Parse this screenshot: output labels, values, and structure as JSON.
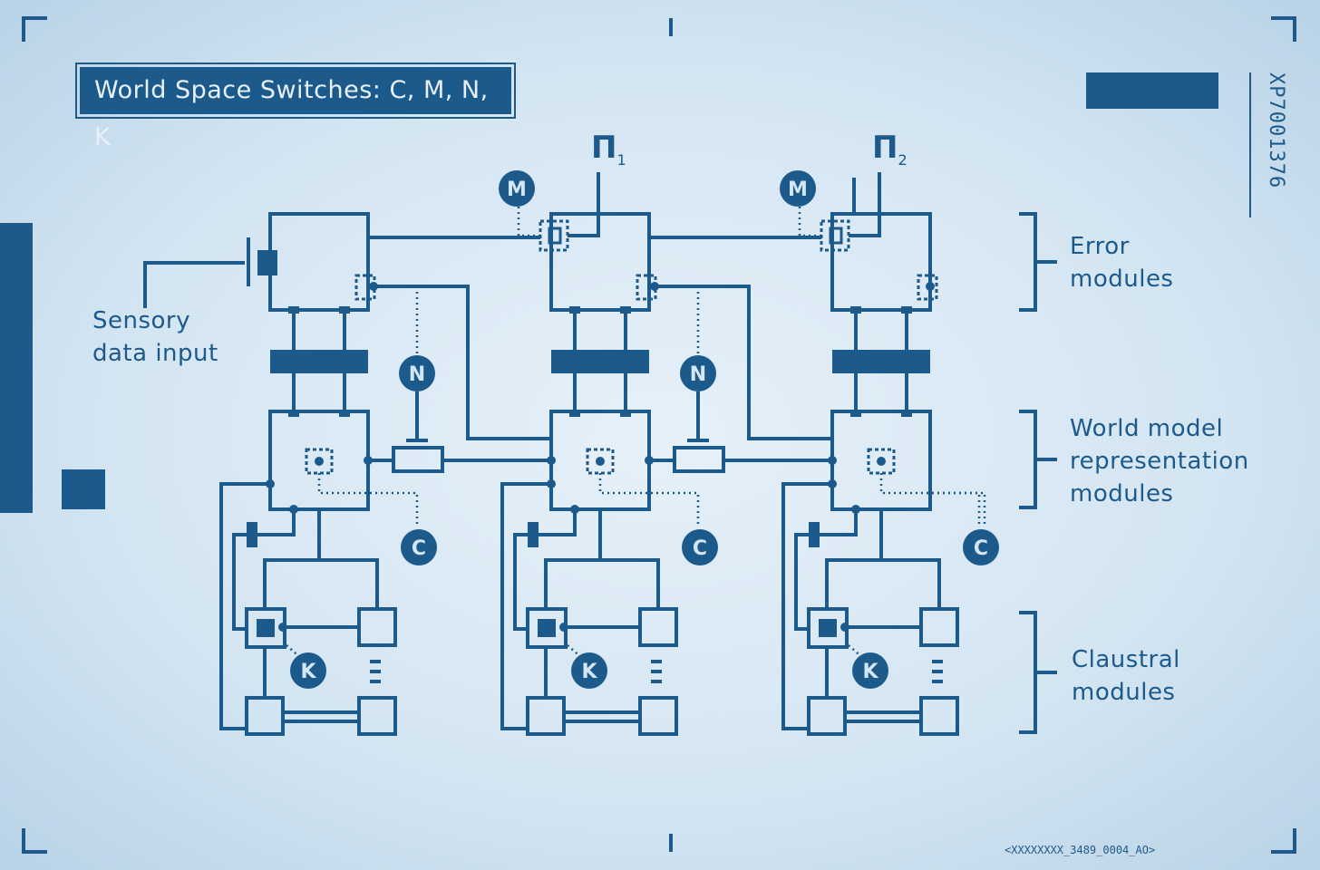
{
  "diagram": {
    "title": "World Space Switches: C, M, N, K",
    "input_label": "Sensory\ndata input",
    "row_labels": {
      "error": "Error\nmodules",
      "world": "World model\nrepresentation\nmodules",
      "claustral": "Claustral\nmodules"
    },
    "outputs": [
      {
        "symbol": "Π",
        "index": "1"
      },
      {
        "symbol": "Π",
        "index": "2"
      }
    ],
    "switches": {
      "c": "C",
      "m": "M",
      "n": "N",
      "k": "K"
    },
    "code_vertical": "XP7001376",
    "code_footer": "<XXXXXXXX_3489_0004_AO>"
  },
  "colors": {
    "ink": "#1d5a8c",
    "paper": "#d4e6f3"
  }
}
